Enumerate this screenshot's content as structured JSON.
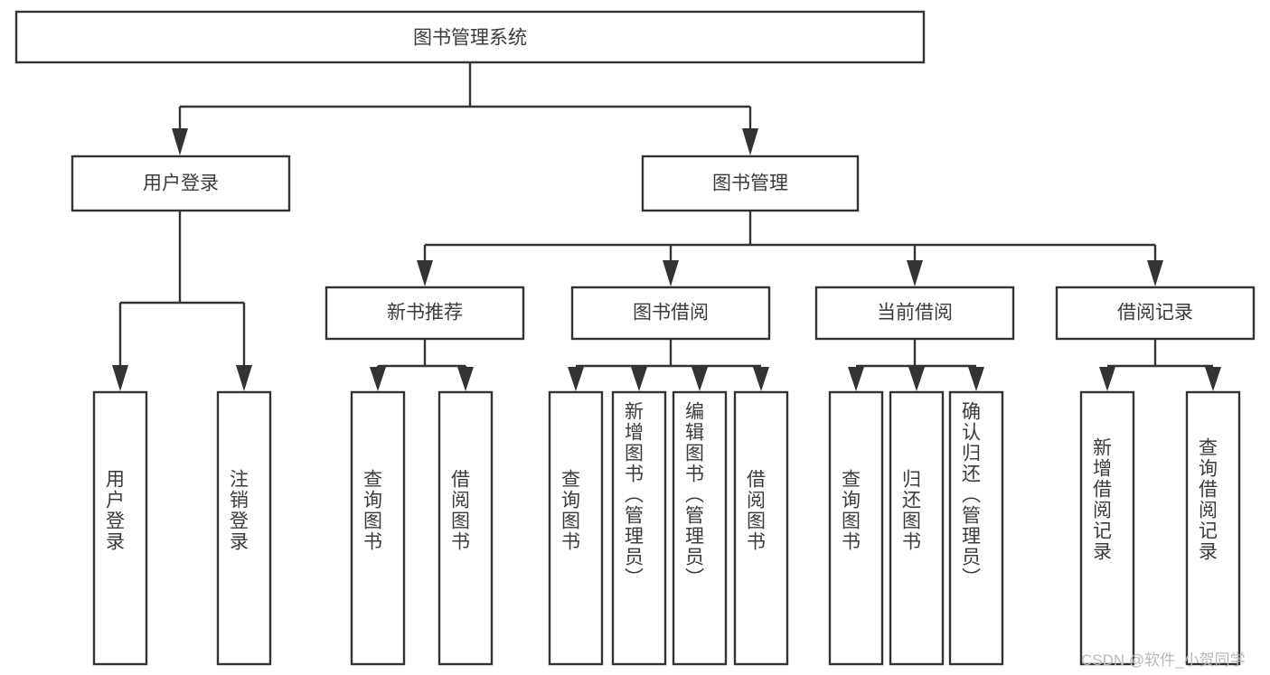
{
  "diagram": {
    "type": "tree",
    "title": "图书管理系统",
    "root": {
      "id": "root",
      "label": "图书管理系统",
      "orientation": "horizontal"
    },
    "level2": [
      {
        "id": "user-login",
        "label": "用户登录",
        "orientation": "horizontal"
      },
      {
        "id": "book-management",
        "label": "图书管理",
        "orientation": "horizontal"
      }
    ],
    "level3": [
      {
        "id": "new-book-recommend",
        "label": "新书推荐",
        "orientation": "horizontal"
      },
      {
        "id": "book-borrow",
        "label": "图书借阅",
        "orientation": "horizontal"
      },
      {
        "id": "current-borrow",
        "label": "当前借阅",
        "orientation": "horizontal"
      },
      {
        "id": "borrow-records",
        "label": "借阅记录",
        "orientation": "horizontal"
      }
    ],
    "leaves": {
      "user_login": [
        {
          "id": "leaf-user-login",
          "label": "用户登录",
          "orientation": "vertical"
        },
        {
          "id": "leaf-logout-login",
          "label": "注销登录",
          "orientation": "vertical"
        }
      ],
      "new_book_recommend": [
        {
          "id": "leaf-query-book-1",
          "label": "查询图书",
          "orientation": "vertical"
        },
        {
          "id": "leaf-borrow-book-1",
          "label": "借阅图书",
          "orientation": "vertical"
        }
      ],
      "book_borrow": [
        {
          "id": "leaf-query-book-2",
          "label": "查询图书",
          "orientation": "vertical"
        },
        {
          "id": "leaf-add-book-admin",
          "label": "新增图书（管理员）",
          "orientation": "vertical"
        },
        {
          "id": "leaf-edit-book-admin",
          "label": "编辑图书（管理员）",
          "orientation": "vertical"
        },
        {
          "id": "leaf-borrow-book-2",
          "label": "借阅图书",
          "orientation": "vertical"
        }
      ],
      "current_borrow": [
        {
          "id": "leaf-query-book-3",
          "label": "查询图书",
          "orientation": "vertical"
        },
        {
          "id": "leaf-return-book",
          "label": "归还图书",
          "orientation": "vertical"
        },
        {
          "id": "leaf-confirm-return-admin",
          "label": "确认归还（管理员）",
          "orientation": "vertical"
        }
      ],
      "borrow_records": [
        {
          "id": "leaf-add-borrow-record",
          "label": "新增借阅记录",
          "orientation": "vertical"
        },
        {
          "id": "leaf-query-borrow-record",
          "label": "查询借阅记录",
          "orientation": "vertical"
        }
      ]
    },
    "colors": {
      "stroke": "#333333",
      "fill": "#ffffff",
      "text": "#3b3b3b",
      "watermark": "#b9b9b9"
    }
  },
  "watermark": {
    "text": "CSDN @软件_小贺同学"
  }
}
